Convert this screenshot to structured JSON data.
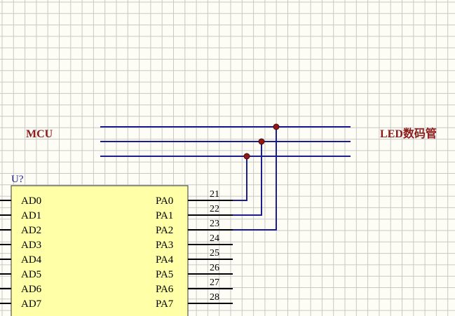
{
  "labels": {
    "left": "MCU",
    "right": "LED数码管",
    "designator": "U?"
  },
  "component": {
    "left_pins": [
      "AD0",
      "AD1",
      "AD2",
      "AD3",
      "AD4",
      "AD5",
      "AD6",
      "AD7"
    ],
    "right_pins": [
      "PA0",
      "PA1",
      "PA2",
      "PA3",
      "PA4",
      "PA5",
      "PA6",
      "PA7"
    ],
    "pin_numbers": [
      "21",
      "22",
      "23",
      "24",
      "25",
      "26",
      "27",
      "28"
    ]
  },
  "colors": {
    "grid": "#c8c8c8",
    "background": "#fdfdf5",
    "component_fill": "#ffffa8",
    "wire": "#1c1c8c",
    "junction": "#8c1818",
    "label_text": "#8b1a1a",
    "designator_text": "#1a1a8c",
    "pin_text": "#000000"
  }
}
